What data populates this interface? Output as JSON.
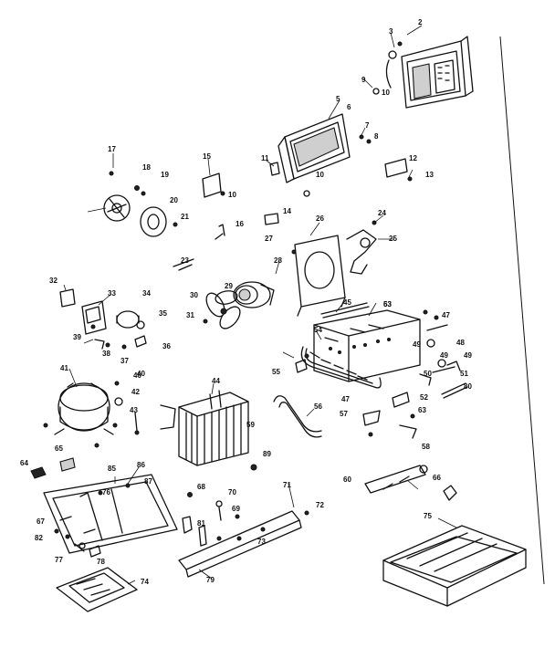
{
  "callouts": [
    "2",
    "3",
    "5",
    "6",
    "7",
    "8",
    "9",
    "10",
    "11",
    "12",
    "13",
    "14",
    "15",
    "16",
    "17",
    "18",
    "19",
    "20",
    "21",
    "23",
    "24",
    "25",
    "26",
    "27",
    "28",
    "29",
    "30",
    "31",
    "32",
    "33",
    "34",
    "35",
    "36",
    "37",
    "38",
    "39",
    "40",
    "41",
    "42",
    "43",
    "44",
    "45",
    "47",
    "48",
    "49",
    "50",
    "51",
    "52",
    "53",
    "54",
    "55",
    "56",
    "57",
    "58",
    "59",
    "60",
    "63",
    "64",
    "65",
    "66",
    "67",
    "68",
    "69",
    "70",
    "71",
    "72",
    "73",
    "74",
    "75",
    "76",
    "77",
    "78",
    "79",
    "80",
    "81",
    "82",
    "85",
    "86",
    "87",
    "89"
  ],
  "text_labels": [
    "40",
    "49",
    "49",
    "63",
    "47",
    "10",
    "10"
  ]
}
